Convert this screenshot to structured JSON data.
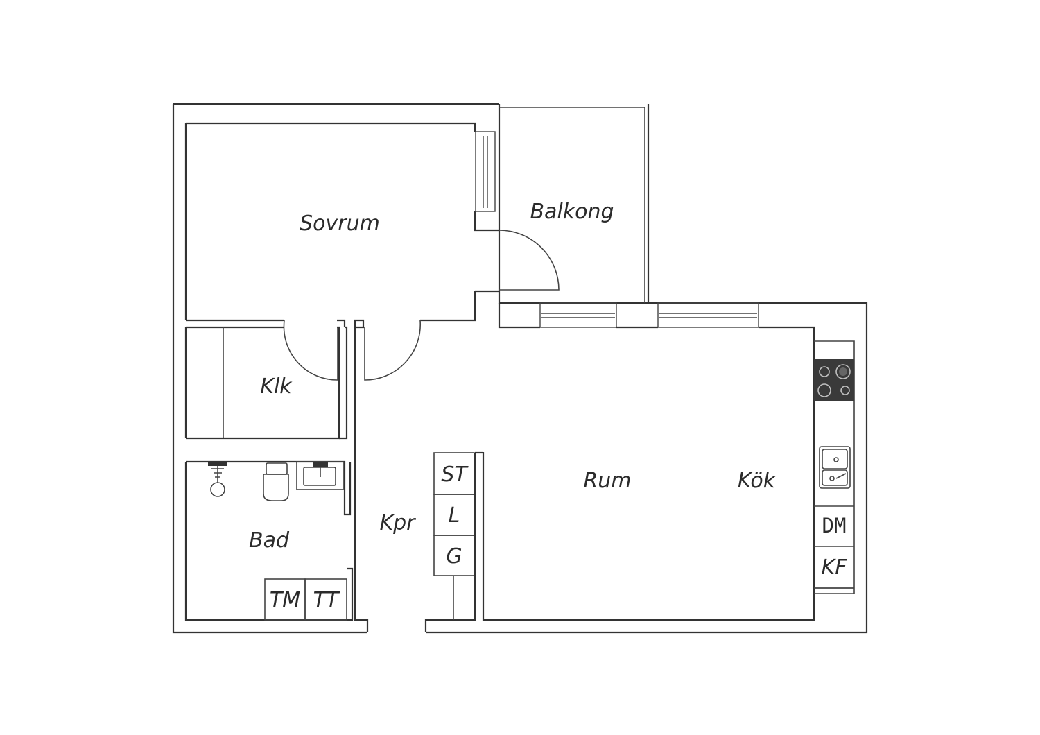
{
  "rooms": {
    "sovrum": "Sovrum",
    "balkong": "Balkong",
    "klk": "Klk",
    "rum": "Rum",
    "kok": "Kök",
    "kpr": "Kpr",
    "bad": "Bad"
  },
  "fixtures": {
    "st": "ST",
    "l": "L",
    "g": "G",
    "tm": "TM",
    "tt": "TT",
    "dm": "DM",
    "kf": "KF"
  },
  "colors": {
    "wall": "#333333",
    "stove": "#3a3a3a",
    "background": "#ffffff"
  },
  "icons": [
    "shower-icon",
    "toilet-icon",
    "washbasin-icon",
    "stove-icon",
    "sink-icon"
  ]
}
